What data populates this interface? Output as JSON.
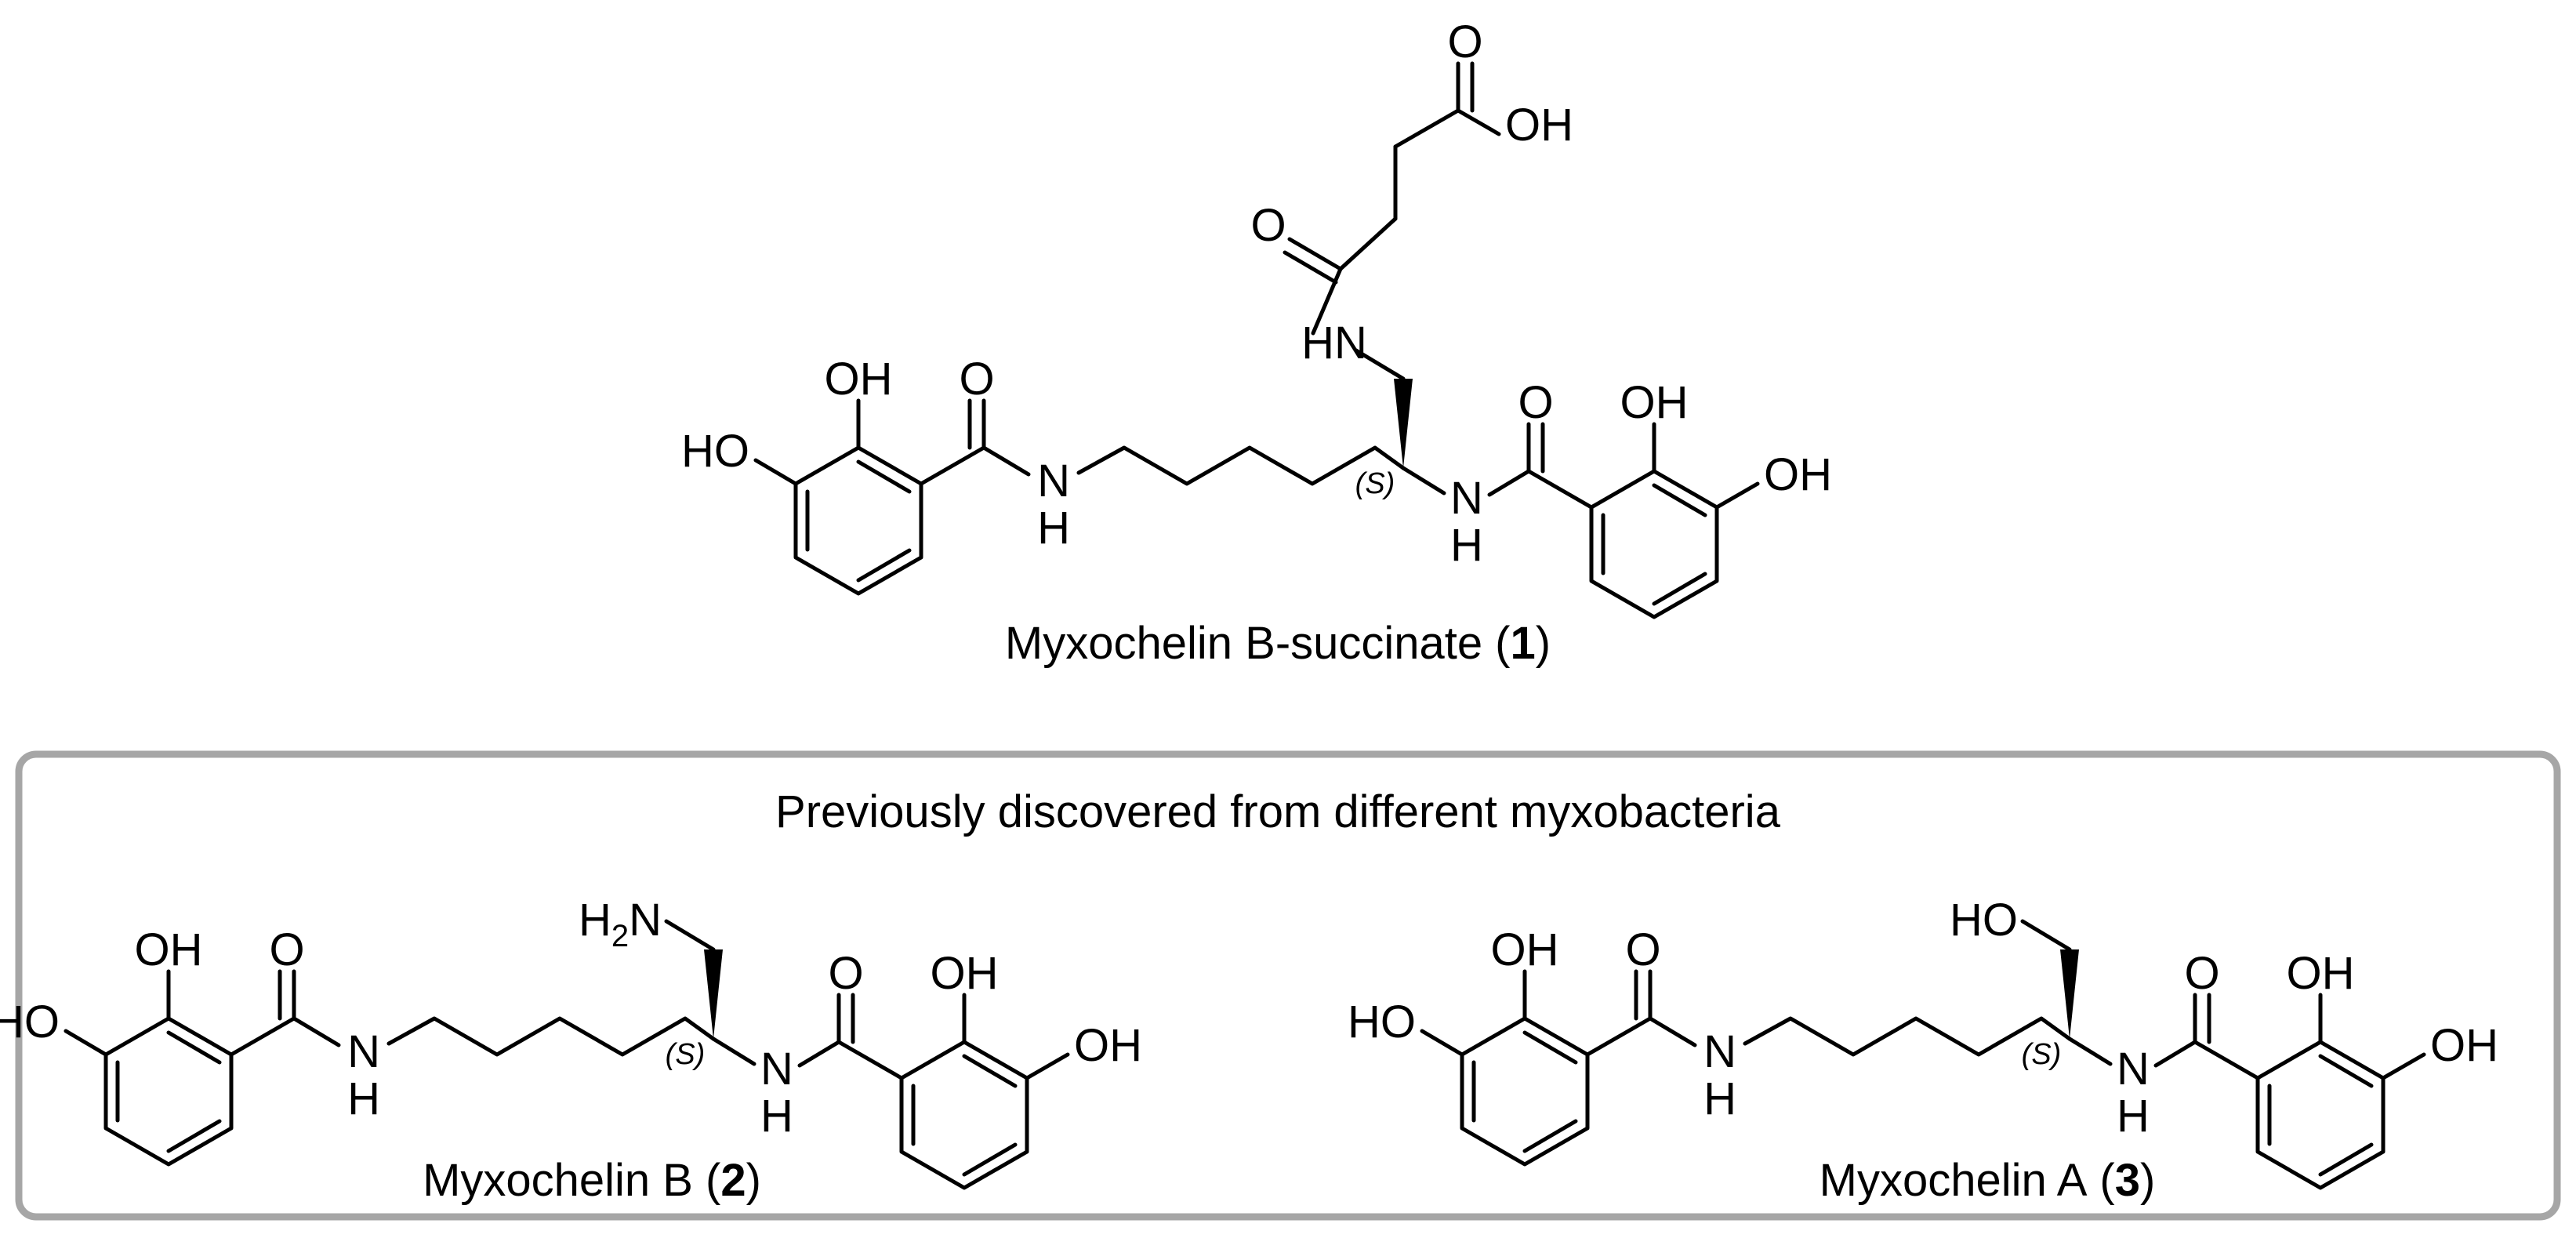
{
  "compounds": [
    {
      "name": "Myxochelin B-succinate",
      "number": "1",
      "side_chain": "succinamide",
      "stereo": "(S)"
    },
    {
      "name": "Myxochelin B",
      "number": "2",
      "side_chain": "amine",
      "stereo": "(S)"
    },
    {
      "name": "Myxochelin A",
      "number": "3",
      "side_chain": "hydroxyl",
      "stereo": "(S)"
    }
  ],
  "box": {
    "title": "Previously discovered from different myxobacteria",
    "border_color": "#a6a6a6"
  },
  "labels": {
    "oh": "OH",
    "ho": "HO",
    "o": "O",
    "n": "N",
    "h": "H",
    "hn": "HN",
    "h2n_h": "H",
    "h2n_sub": "2",
    "h2n_n": "N",
    "open": "(",
    "close": ")"
  }
}
